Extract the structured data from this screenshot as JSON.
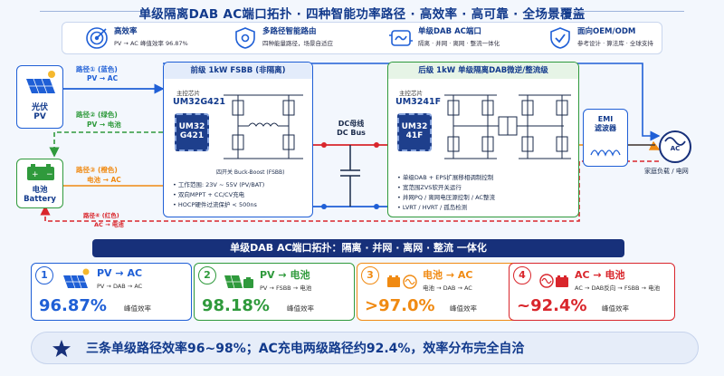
{
  "title": "单级隔离DAB AC端口拓扑 · 四种智能功率路径 · 高效率 · 高可靠 · 全场景覆盖",
  "features": [
    {
      "title": "高效率",
      "sub": "PV → AC 峰值效率 96.87%",
      "icon": "target-icon"
    },
    {
      "title": "多路径智能路由",
      "sub": "四种能量路径，场景自适应",
      "icon": "shield-icon"
    },
    {
      "title": "单级DAB AC端口",
      "sub": "隔离 · 并网 · 离网 · 整流一体化",
      "icon": "dab-icon"
    },
    {
      "title": "面向OEM/ODM",
      "sub": "参考设计 · 算法库 · 全球支持",
      "icon": "check-shield-icon"
    }
  ],
  "sources": {
    "pv": {
      "label1": "光伏",
      "label2": "PV"
    },
    "battery": {
      "label1": "电池",
      "label2": "Battery"
    }
  },
  "paths": [
    {
      "title": "路径① (蓝色)",
      "sub": "PV → AC"
    },
    {
      "title": "路径② (绿色)",
      "sub": "PV → 电池"
    },
    {
      "title": "路径③ (橙色)",
      "sub": "电池 → AC"
    },
    {
      "title": "路径④ (红色)",
      "sub": "AC → 电池"
    }
  ],
  "front_stage": {
    "header": "前级 1kW FSBB (非隔离)",
    "chip_label": "主控芯片",
    "chip_name": "UM32G421",
    "chip_text1": "UM32",
    "chip_text2": "G421",
    "circuit_label": "四开关 Buck-Boost (FSBB)",
    "bullets": [
      "工作范围: 23V ~ 55V (PV/BAT)",
      "双向MPPT + CC/CV充电",
      "HOCP硬件过流保护 < 500ns"
    ]
  },
  "dc_bus": {
    "label1": "DC母线",
    "label2": "DC Bus"
  },
  "rear_stage": {
    "header": "后级 1kW 单级隔离DAB微逆/整流级",
    "chip_label": "主控芯片",
    "chip_name": "UM3241F",
    "chip_text1": "UM32",
    "chip_text2": "41F",
    "bullets": [
      "单级DAB + EPS扩展移相调制控制",
      "宽范围ZVS软开关运行",
      "并网PQ / 离网电压源控制 / AC整流",
      "LVRT / HVRT / 孤岛检测"
    ]
  },
  "emi": {
    "label1": "EMI",
    "label2": "滤波器"
  },
  "ac": {
    "symbol": "AC",
    "label": "家庭负载 / 电网"
  },
  "banner": "单级DAB AC端口拓扑：隔离 · 并网 · 离网 · 整流 一体化",
  "efficiencies": [
    {
      "num": "1",
      "title": "PV → AC",
      "path": "PV → DAB → AC",
      "value": "96.87%",
      "label": "峰值效率",
      "color": "#1f5fd6"
    },
    {
      "num": "2",
      "title": "PV → 电池",
      "path": "PV → FSBB → 电池",
      "value": "98.18%",
      "label": "峰值效率",
      "color": "#2f9a3c"
    },
    {
      "num": "3",
      "title": "电池 → AC",
      "path": "电池 → DAB → AC",
      "value": ">97.0%",
      "label": "峰值效率",
      "color": "#f08a12"
    },
    {
      "num": "4",
      "title": "AC → 电池",
      "path": "AC → DAB反向 → FSBB → 电池",
      "value": "~92.4%",
      "label": "峰值效率",
      "color": "#d9262c"
    }
  ],
  "footer": "三条单级路径效率96~98%；AC充电两级路径约92.4%，效率分布完全自洽",
  "colors": {
    "navy": "#17307a",
    "blue": "#1f5fd6",
    "green": "#2f9a3c",
    "orange": "#f08a12",
    "red": "#d9262c"
  }
}
